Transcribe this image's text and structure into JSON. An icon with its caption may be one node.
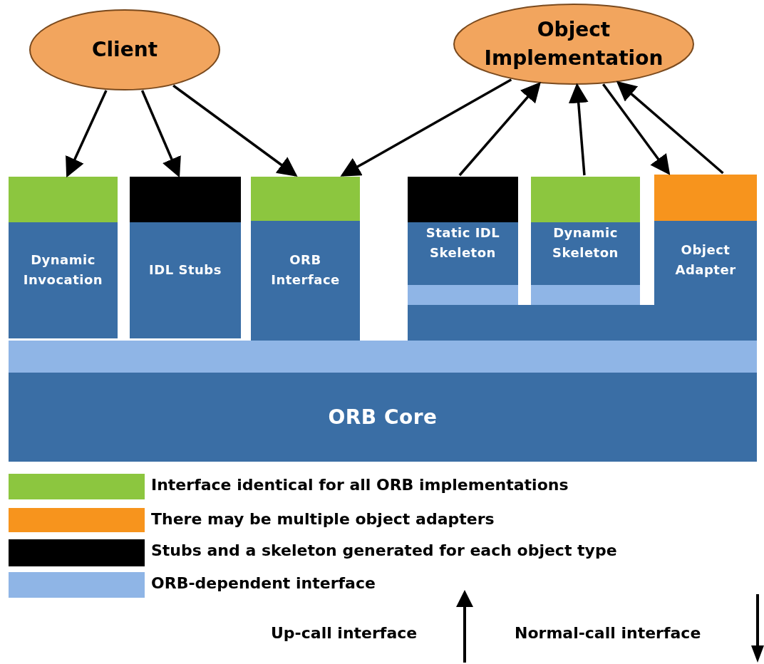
{
  "diagram": {
    "nodes": [
      {
        "text": [
          "Client"
        ]
      },
      {
        "text": [
          "Object Implementation"
        ]
      },
      {
        "text": [
          "Dynamic Invocation"
        ]
      },
      {
        "text": [
          "IDL Stubs"
        ]
      },
      {
        "text": [
          "ORB Interface"
        ]
      },
      {
        "text": [
          "Static IDL Skeleton"
        ]
      },
      {
        "text": [
          "Dynamic Skeleton"
        ]
      },
      {
        "text": [
          "Object Adapter"
        ]
      },
      {
        "text": [
          "ORB Core"
        ]
      },
      {
        "text": [],
        "shape": "bar"
      }
    ],
    "edges": [
      {
        "from": 0,
        "to": 2,
        "arrow": "to"
      },
      {
        "from": 0,
        "to": 3,
        "arrow": "to"
      },
      {
        "from": 0,
        "to": 4,
        "arrow": "to"
      },
      {
        "from": 1,
        "to": 4,
        "arrow": "to"
      },
      {
        "from": 5,
        "to": 1,
        "arrow": "to"
      },
      {
        "from": 6,
        "to": 1,
        "arrow": "to"
      },
      {
        "from": 1,
        "to": 7,
        "arrow": "to"
      },
      {
        "from": 7,
        "to": 1,
        "arrow": "to"
      }
    ],
    "labels": [
      "Up-call interface",
      "Normal-call interface"
    ],
    "legend": [
      {
        "text": "Interface identical for all ORB implementations",
        "color": "#8cc63f"
      },
      {
        "text": "There may be multiple object adapters",
        "color": "#f7941d"
      },
      {
        "text": "Stubs and a skeleton generated for each object type",
        "color": "#000000"
      },
      {
        "text": "ORB-dependent interface",
        "color": "#8fb5e6"
      }
    ]
  }
}
